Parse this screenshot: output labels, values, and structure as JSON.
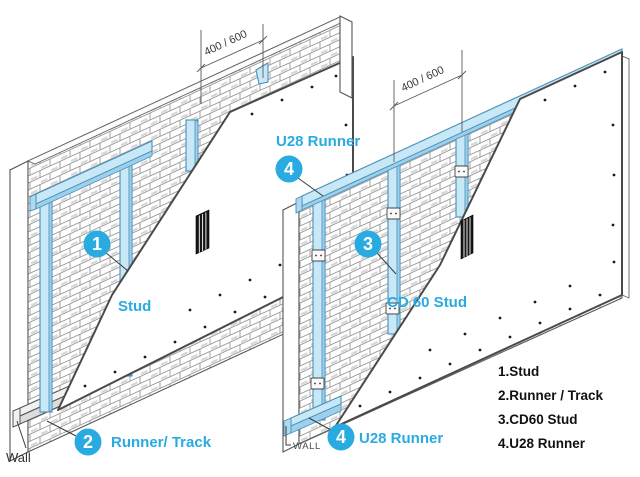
{
  "diagram": {
    "left_assembly": {
      "dimension_label": "400 / 600",
      "stud_callout": {
        "number": "1",
        "label": "Stud"
      },
      "track_callout": {
        "number": "2",
        "label": "Runner/ Track"
      },
      "wall_label": "Wall"
    },
    "right_assembly": {
      "dimension_label": "400 / 600",
      "top_runner_callout": {
        "number": "4",
        "label": "U28 Runner"
      },
      "stud_callout": {
        "number": "3",
        "label": "CD 60 Stud"
      },
      "bottom_runner_callout": {
        "number": "4",
        "label": "U28 Runner"
      },
      "wall_label": "WALL"
    },
    "legend": {
      "items": [
        {
          "text": "1.Stud"
        },
        {
          "text": "2.Runner / Track"
        },
        {
          "text": "3.CD60 Stud"
        },
        {
          "text": "4.U28 Runner"
        }
      ]
    },
    "colors": {
      "accent": "#29abe2",
      "steel_fill": "#c8e7f7",
      "steel_shade": "#9dd0ec",
      "steel_edge": "#4a90b8",
      "line_color": "#4d4d4d"
    }
  }
}
